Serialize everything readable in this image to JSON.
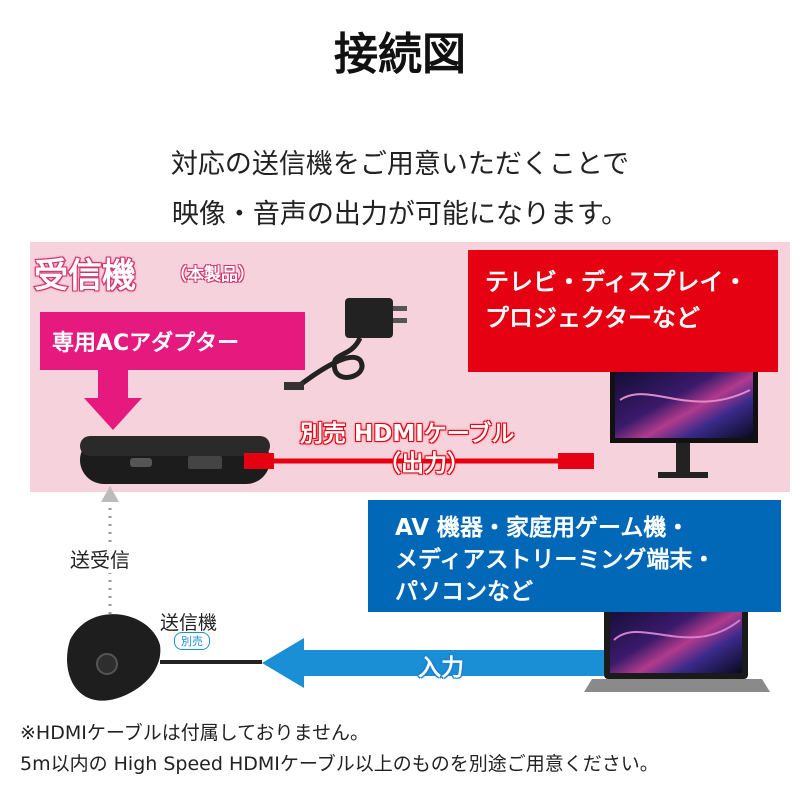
{
  "title": "接続図",
  "intro": {
    "line1": "対応の送信機をご用意いただくことで",
    "line2": "映像・音声の出力が可能になります。"
  },
  "receiver": {
    "label": "受信機",
    "sub_label": "（本製品）"
  },
  "adapter": {
    "label": "専用ACアダプター"
  },
  "display_devices": {
    "line1": "テレビ・ディスプレイ・",
    "line2": "プロジェクターなど"
  },
  "hdmi_cable": {
    "line1": "別売 HDMIケーブル",
    "line2": "（出力）"
  },
  "source_devices": {
    "line1": "AV 機器・家庭用ゲーム機・",
    "line2": "メディアストリーミング端末・",
    "line3": "パソコンなど"
  },
  "link": {
    "label": "送受信"
  },
  "sender": {
    "label": "送信機",
    "sub_label": "別売"
  },
  "input": {
    "label": "入力"
  },
  "notes": {
    "line1": "※HDMIケーブルは付属しておりません。",
    "line2": "5m以内の High Speed HDMIケーブル以上のものを別途ご用意ください。"
  },
  "colors": {
    "pink_background": "#f6d3dc",
    "magenta": "#e5197e",
    "red": "#e50012",
    "blue": "#0068b7",
    "light_blue_arrow": "#1a8fd6"
  }
}
